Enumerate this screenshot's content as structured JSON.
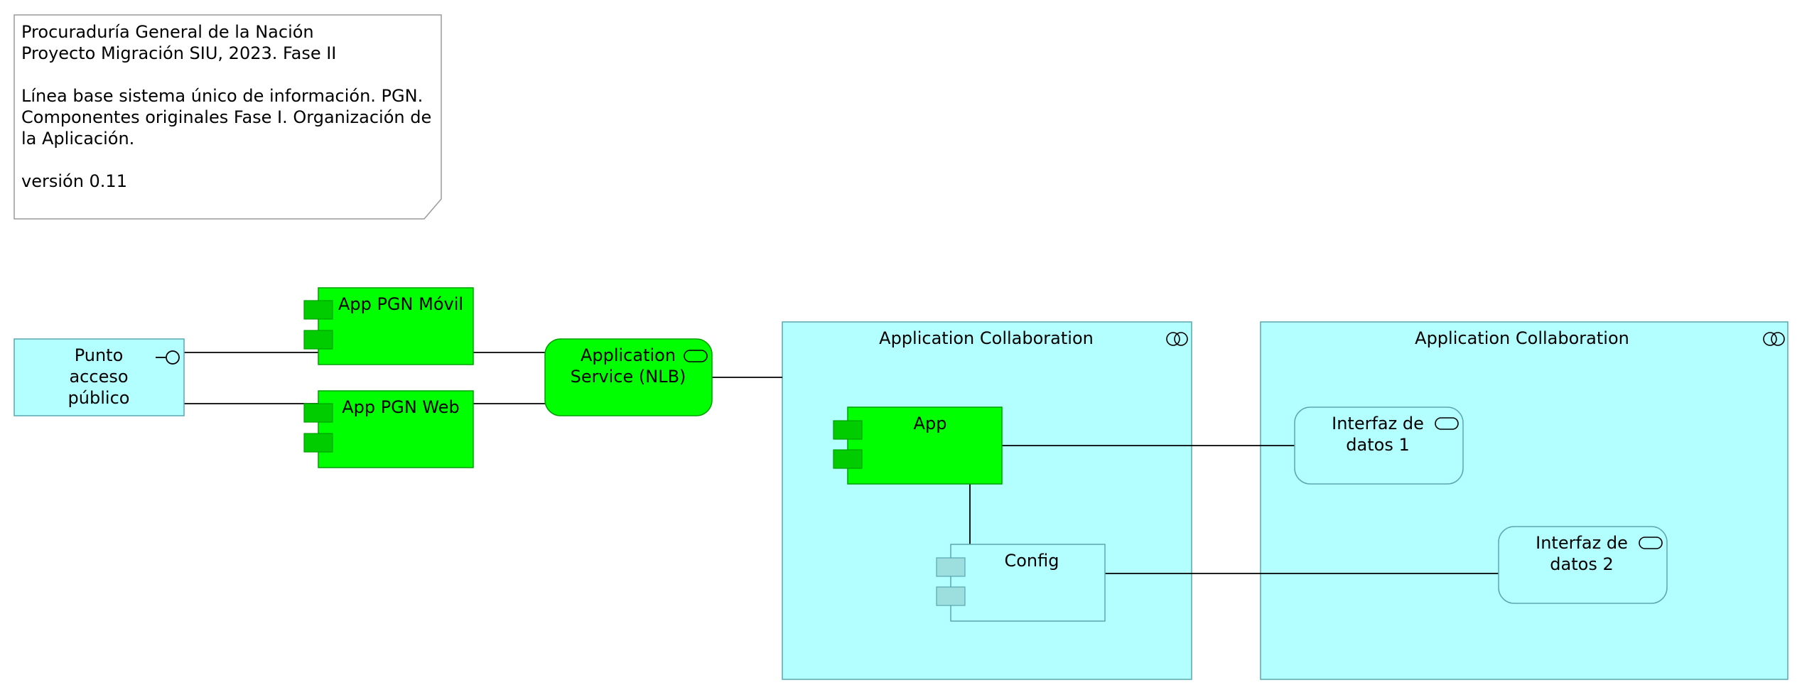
{
  "colors": {
    "app_component_fill": "#00ff00",
    "app_component_stroke": "#00a000",
    "app_component_port": "#00cc00",
    "cyan_fill": "#b3ffff",
    "cyan_stroke": "#5aa7b0",
    "config_port": "#9ddede",
    "note_stroke": "#9a9a9a",
    "line": "#000000"
  },
  "note": {
    "lines": [
      "Procuraduría General de la Nación",
      "Proyecto Migración SIU, 2023. Fase II",
      "",
      "Línea base sistema único de información. PGN.",
      "Componentes originales Fase I. Organización de",
      "la Aplicación.",
      "",
      "versión 0.11"
    ]
  },
  "elements": {
    "punto_acceso": {
      "lines": [
        "Punto",
        "acceso",
        "público"
      ],
      "type": "application-interface",
      "icon": "interface-lollipop-icon"
    },
    "app_movil": {
      "lines": [
        "App PGN Móvil"
      ],
      "type": "application-component",
      "icon": "component-icon"
    },
    "app_web": {
      "lines": [
        "App PGN Web"
      ],
      "type": "application-component",
      "icon": "component-icon"
    },
    "app_service": {
      "lines": [
        "Application",
        "Service (NLB)"
      ],
      "type": "application-service",
      "icon": "service-icon"
    },
    "collab_left": {
      "lines": [
        "Application Collaboration"
      ],
      "type": "application-collaboration",
      "icon": "collaboration-icon"
    },
    "collab_right": {
      "lines": [
        "Application Collaboration"
      ],
      "type": "application-collaboration",
      "icon": "collaboration-icon"
    },
    "app": {
      "lines": [
        "App"
      ],
      "type": "application-component",
      "icon": "component-icon"
    },
    "config": {
      "lines": [
        "Config"
      ],
      "type": "application-component",
      "icon": "component-icon"
    },
    "interfaz_1": {
      "lines": [
        "Interfaz de",
        "datos 1"
      ],
      "type": "application-service",
      "icon": "service-icon"
    },
    "interfaz_2": {
      "lines": [
        "Interfaz de",
        "datos 2"
      ],
      "type": "application-service",
      "icon": "service-icon"
    }
  }
}
